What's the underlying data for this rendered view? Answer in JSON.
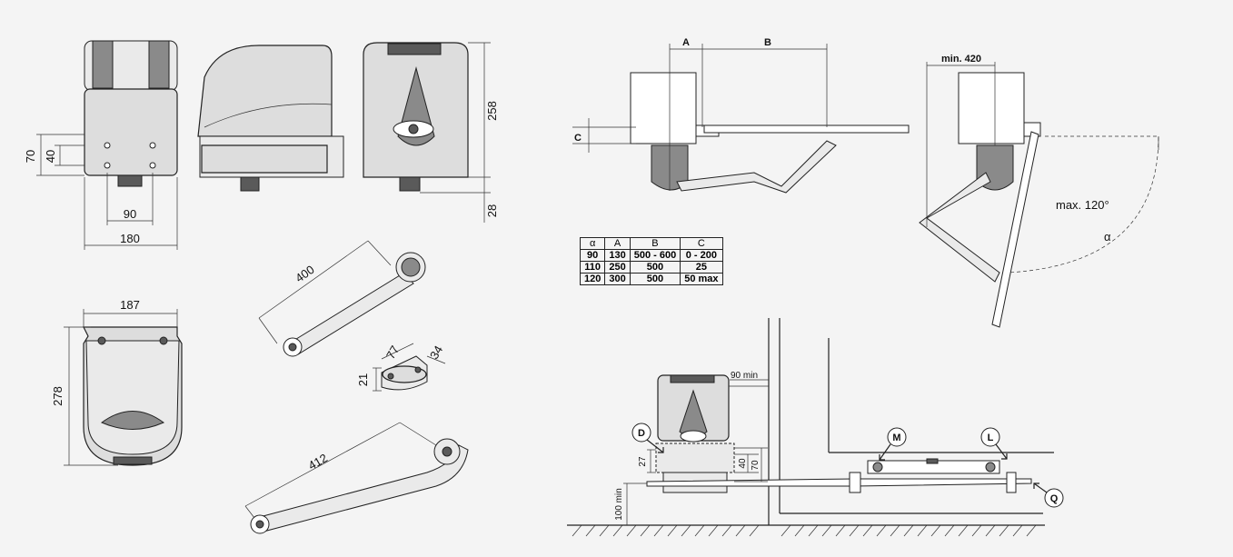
{
  "motor_dims": {
    "d70": "70",
    "d40": "40",
    "d90": "90",
    "d180": "180",
    "d258": "258",
    "d28": "28"
  },
  "base_dims": {
    "d187": "187",
    "d278": "278"
  },
  "arm_dims": {
    "d400": "400",
    "d412": "412"
  },
  "bracket_dims": {
    "d77": "77",
    "d34": "34",
    "d21": "21"
  },
  "install_dims": {
    "A": "A",
    "B": "B",
    "C": "C",
    "min420": "min. 420",
    "max120": "max. 120°",
    "alpha": "α"
  },
  "table": {
    "headers": [
      "α",
      "A",
      "B",
      "C"
    ],
    "rows": [
      [
        "90",
        "130",
        "500 - 600",
        "0 - 200"
      ],
      [
        "110",
        "250",
        "500",
        "25"
      ],
      [
        "120",
        "300",
        "500",
        "50 max"
      ]
    ]
  },
  "plan": {
    "d90min": "90 min",
    "d27": "27",
    "d40": "40",
    "d70": "70",
    "d100min": "100 min",
    "D": "D",
    "M": "M",
    "L": "L",
    "Q": "Q"
  }
}
